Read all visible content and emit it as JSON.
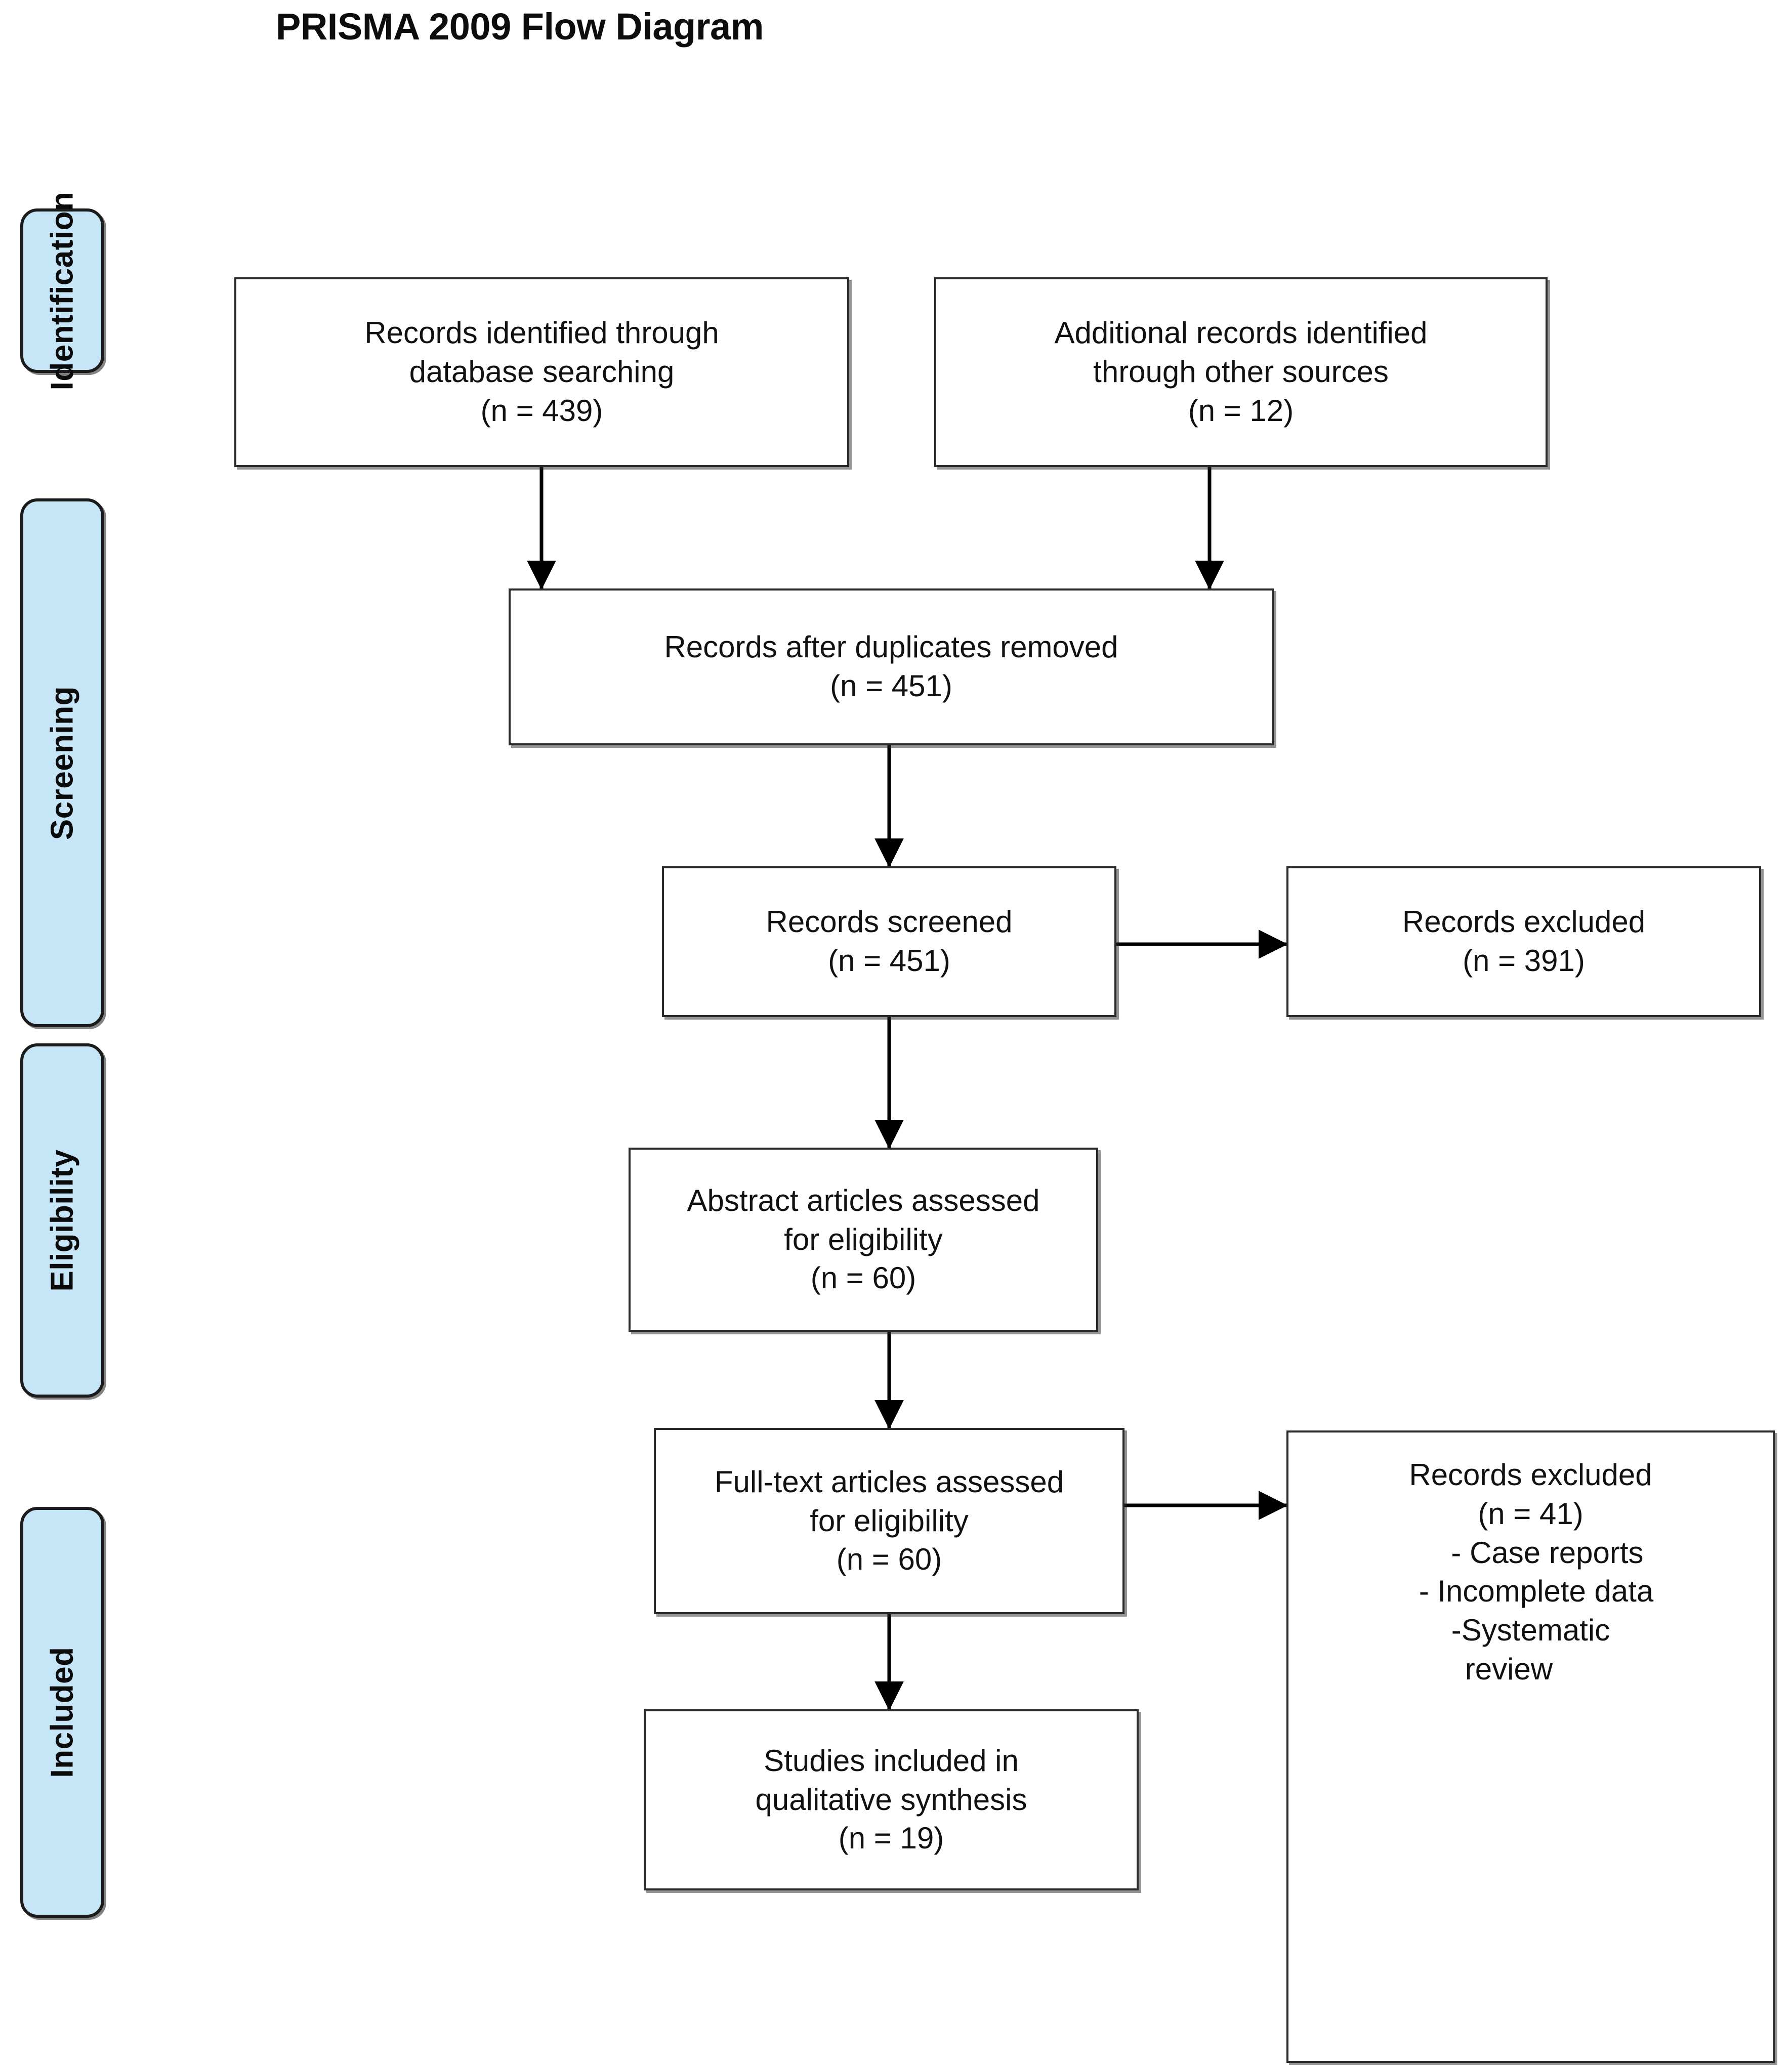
{
  "title": "PRISMA 2009 Flow Diagram",
  "colors": {
    "stage_tab_fill": "#c6e6f8",
    "stage_tab_border": "#1b1b1b",
    "box_border": "#2b2b2b",
    "box_fill": "#ffffff",
    "text": "#111111",
    "connector": "#000000",
    "page_background": "#ffffff"
  },
  "stages": [
    {
      "label": "Identification"
    },
    {
      "label": "Screening"
    },
    {
      "label": "Eligibility"
    },
    {
      "label": "Included"
    }
  ],
  "boxes": {
    "database_search": {
      "line1": "Records identified through",
      "line2": "database searching",
      "line3": "(n = 439)"
    },
    "other_sources": {
      "line1": "Additional records identified",
      "line2": "through other sources",
      "line3": "(n = 12)"
    },
    "duplicates_removed": {
      "line1": "Records after duplicates removed",
      "line2": "(n = 451)"
    },
    "records_screened": {
      "line1": "Records screened",
      "line2": "(n = 451)"
    },
    "records_excluded_screening": {
      "line1": "Records excluded",
      "line2": "(n = 391)"
    },
    "abstract_assessed": {
      "line1": "Abstract articles assessed",
      "line2": "for eligibility",
      "line3": "(n = 60)"
    },
    "fulltext_assessed": {
      "line1": "Full-text articles assessed",
      "line2": "for eligibility",
      "line3": "(n = 60)"
    },
    "records_excluded_eligibility": {
      "line1": "Records excluded",
      "line2": "(n = 41)",
      "line3": "-      Case reports",
      "line4": "-     Incomplete data",
      "line5": "-Systematic",
      "line6": "review"
    },
    "studies_included": {
      "line1": "Studies included in",
      "line2": "qualitative synthesis",
      "line3": "(n = 19)"
    }
  },
  "chart_data": {
    "type": "diagram",
    "title": "PRISMA 2009 Flow Diagram",
    "nodes": [
      {
        "id": "database_search",
        "stage": "Identification",
        "label": "Records identified through database searching",
        "n": 439
      },
      {
        "id": "other_sources",
        "stage": "Identification",
        "label": "Additional records identified through other sources",
        "n": 12
      },
      {
        "id": "duplicates_removed",
        "stage": "Screening",
        "label": "Records after duplicates removed",
        "n": 451
      },
      {
        "id": "records_screened",
        "stage": "Screening",
        "label": "Records screened",
        "n": 451
      },
      {
        "id": "records_excluded_screening",
        "stage": "Screening",
        "label": "Records excluded",
        "n": 391
      },
      {
        "id": "abstract_assessed",
        "stage": "Eligibility",
        "label": "Abstract articles assessed for eligibility",
        "n": 60
      },
      {
        "id": "fulltext_assessed",
        "stage": "Eligibility",
        "label": "Full-text articles assessed for eligibility",
        "n": 60
      },
      {
        "id": "records_excluded_eligibility",
        "stage": "Eligibility",
        "label": "Records excluded",
        "n": 41,
        "reasons": [
          "Case reports",
          "Incomplete data",
          "Systematic review"
        ]
      },
      {
        "id": "studies_included",
        "stage": "Included",
        "label": "Studies included in qualitative synthesis",
        "n": 19
      }
    ],
    "edges": [
      {
        "from": "database_search",
        "to": "duplicates_removed"
      },
      {
        "from": "other_sources",
        "to": "duplicates_removed"
      },
      {
        "from": "duplicates_removed",
        "to": "records_screened"
      },
      {
        "from": "records_screened",
        "to": "records_excluded_screening"
      },
      {
        "from": "records_screened",
        "to": "abstract_assessed"
      },
      {
        "from": "abstract_assessed",
        "to": "fulltext_assessed"
      },
      {
        "from": "fulltext_assessed",
        "to": "records_excluded_eligibility"
      },
      {
        "from": "fulltext_assessed",
        "to": "studies_included"
      }
    ]
  }
}
